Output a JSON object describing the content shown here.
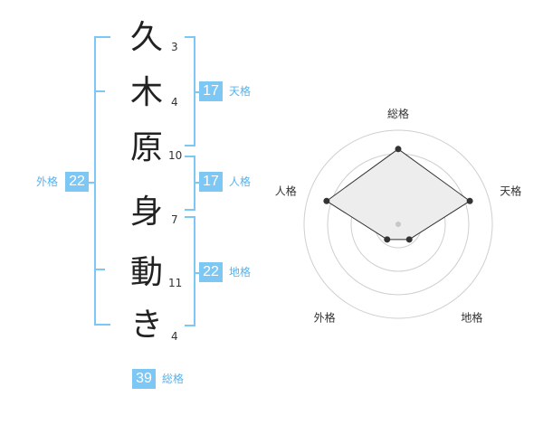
{
  "name": {
    "chars": [
      "久",
      "木",
      "原",
      "身",
      "動",
      "き"
    ],
    "strokes": [
      "3",
      "4",
      "10",
      "7",
      "11",
      "4"
    ]
  },
  "fortune": {
    "tenkaku": {
      "value": "17",
      "label": "天格"
    },
    "jinkaku": {
      "value": "17",
      "label": "人格"
    },
    "chikaku": {
      "value": "22",
      "label": "地格"
    },
    "gaikaku": {
      "value": "22",
      "label": "外格"
    },
    "soukaku": {
      "value": "39",
      "label": "総格"
    }
  },
  "chart_data": {
    "type": "radar",
    "axes": [
      "総格",
      "天格",
      "地格",
      "外格",
      "人格"
    ],
    "values": [
      4,
      4,
      1,
      1,
      4
    ],
    "range": [
      0,
      5
    ],
    "rings": 4
  },
  "colors": {
    "accent": "#7cc7f4",
    "accent_text": "#58b2ec",
    "fill": "#ededed"
  }
}
